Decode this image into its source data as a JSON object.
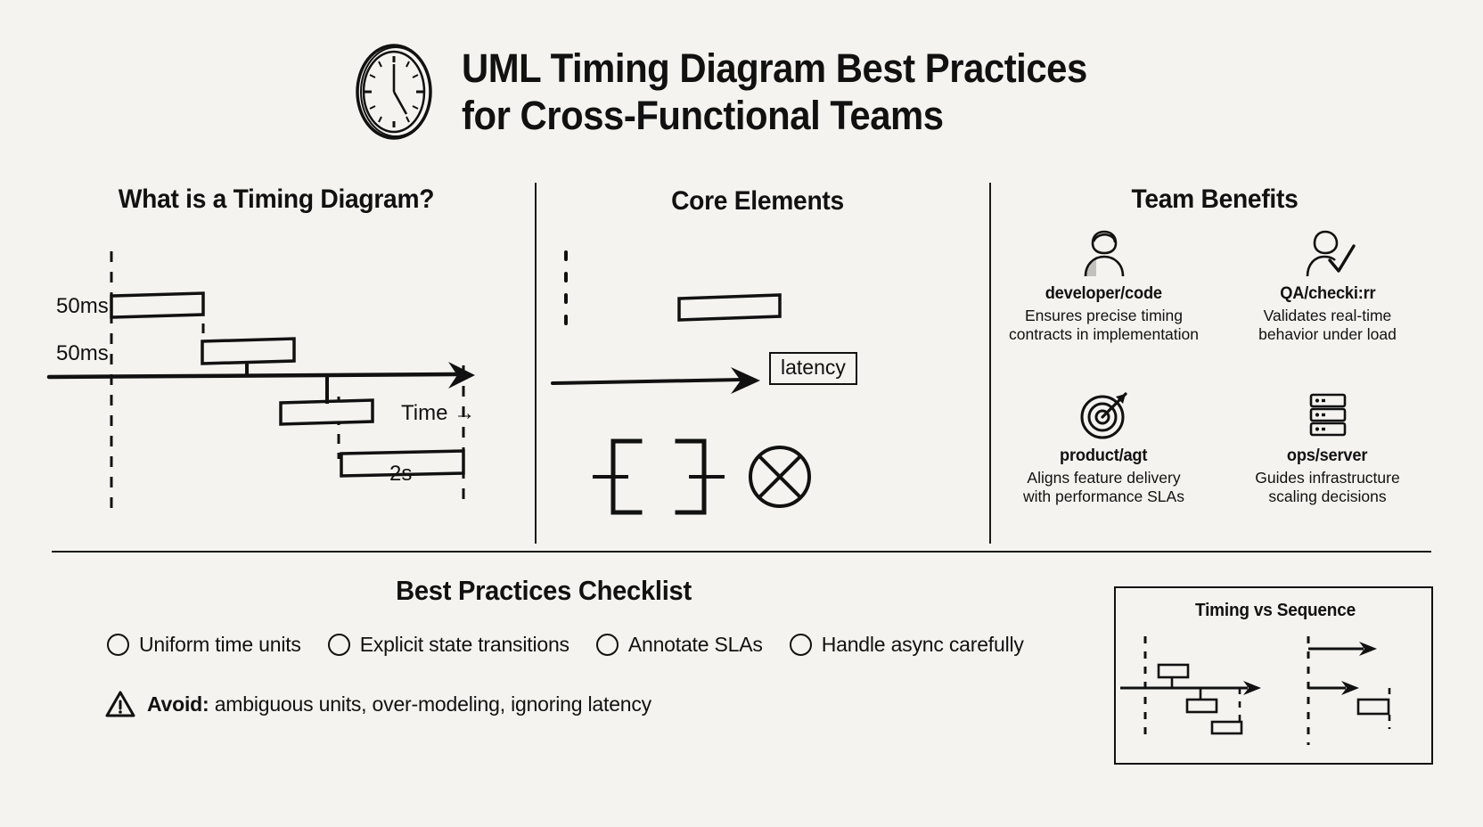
{
  "header": {
    "icon": "clock-icon",
    "title_line1": "UML Timing Diagram Best Practices",
    "title_line2": "for Cross-Functional Teams"
  },
  "colors": {
    "background": "#f4f3ef",
    "ink": "#111111",
    "rule": "#1a1a1a"
  },
  "panels": {
    "left": {
      "heading": "What is a Timing Diagram?",
      "axis_label": "Time →",
      "annotations": [
        {
          "name": "first-state-duration",
          "text": "50ms"
        },
        {
          "name": "second-state-duration",
          "text": "50ms"
        },
        {
          "name": "fourth-state-duration",
          "text": "2s"
        }
      ]
    },
    "middle": {
      "heading": "Core Elements",
      "elements": [
        {
          "name": "lifeline-dashed",
          "label": ""
        },
        {
          "name": "state-box",
          "label": ""
        },
        {
          "name": "message-arrow",
          "label": ""
        },
        {
          "name": "latency-annotation",
          "label": "latency"
        },
        {
          "name": "duration-brackets",
          "label": ""
        },
        {
          "name": "destruction-marker",
          "label": ""
        }
      ]
    },
    "right": {
      "heading": "Team Benefits",
      "items": [
        {
          "icon": "developer-person-icon",
          "label": "developer/code",
          "desc_line1": "Ensures precise timing",
          "desc_line2": "contracts in implementation"
        },
        {
          "icon": "qa-checkmark-person-icon",
          "label": "QA/checki:rr",
          "desc_line1": "Validates real-time",
          "desc_line2": "behavior under load"
        },
        {
          "icon": "product-target-icon",
          "label": "product/agt",
          "desc_line1": "Aligns feature delivery",
          "desc_line2": "with performance SLAs"
        },
        {
          "icon": "ops-server-icon",
          "label": "ops/server",
          "desc_line1": "Guides infrastructure",
          "desc_line2": "scaling decisions"
        }
      ]
    }
  },
  "bottom": {
    "heading": "Best Practices Checklist",
    "checklist": [
      {
        "name": "uniform-time-units",
        "text": "Uniform time units"
      },
      {
        "name": "explicit-state-transitions",
        "text": "Explicit state transitions"
      },
      {
        "name": "annotate-slas",
        "text": "Annotate SLAs"
      },
      {
        "name": "handle-async-carefully",
        "text": "Handle async carefully"
      }
    ],
    "avoid": {
      "icon": "warning-triangle-icon",
      "prefix": "Avoid:",
      "text": " ambiguous units, over-modeling, ignoring latency"
    }
  },
  "inset": {
    "title": "Timing vs Sequence"
  }
}
